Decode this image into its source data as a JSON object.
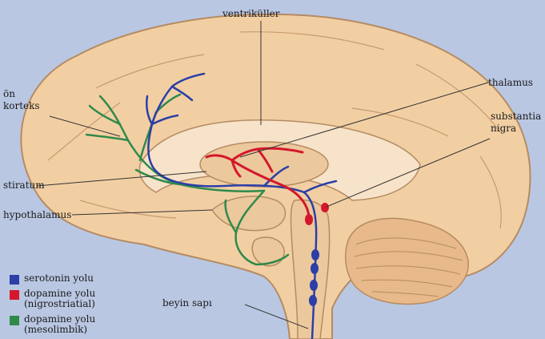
{
  "colors": {
    "background": "#b9c7e2",
    "brain": "#f2cfa3",
    "brain_outline": "#b58b62",
    "inner": "#f7e3c9",
    "serotonin": "#2b3fa6",
    "dopamine_nigrostriatal": "#d3182b",
    "dopamine_mesolimbic": "#2f8a4a"
  },
  "labels": {
    "ventricles": "ventriküller",
    "thalamus": "thalamus",
    "front_cortex_line1": "ön",
    "front_cortex_line2": "korteks",
    "substantia_line1": "substantia",
    "substantia_line2": "nigra",
    "striatum": "stiratum",
    "hypothalamus": "hypothalamus",
    "brainstem": "beyin sapı"
  },
  "legend": [
    {
      "color_key": "serotonin",
      "text": "serotonin yolu"
    },
    {
      "color_key": "dopamine_nigrostriatal",
      "text": "dopamine yolu\n(nigrostriatial)"
    },
    {
      "color_key": "dopamine_mesolimbic",
      "text": "dopamine yolu\n(mesolimbik)"
    }
  ]
}
